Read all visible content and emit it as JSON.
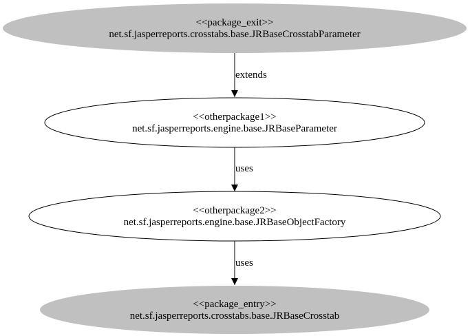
{
  "colors": {
    "exit_fill": "#c0c0c0",
    "other_fill": "#ffffff",
    "entry_fill": "#c0c0c0",
    "stroke": "#000000"
  },
  "nodes": {
    "exit": {
      "stereotype": "<<package_exit>>",
      "name": "net.sf.jasperreports.crosstabs.base.JRBaseCrosstabParameter"
    },
    "other1": {
      "stereotype": "<<otherpackage1>>",
      "name": "net.sf.jasperreports.engine.base.JRBaseParameter"
    },
    "other2": {
      "stereotype": "<<otherpackage2>>",
      "name": "net.sf.jasperreports.engine.base.JRBaseObjectFactory"
    },
    "entry": {
      "stereotype": "<<package_entry>>",
      "name": "net.sf.jasperreports.crosstabs.base.JRBaseCrosstab"
    }
  },
  "edges": {
    "exit_to_other1": {
      "label": "extends"
    },
    "other1_to_other2": {
      "label": "uses"
    },
    "other2_to_entry": {
      "label": "uses"
    }
  }
}
